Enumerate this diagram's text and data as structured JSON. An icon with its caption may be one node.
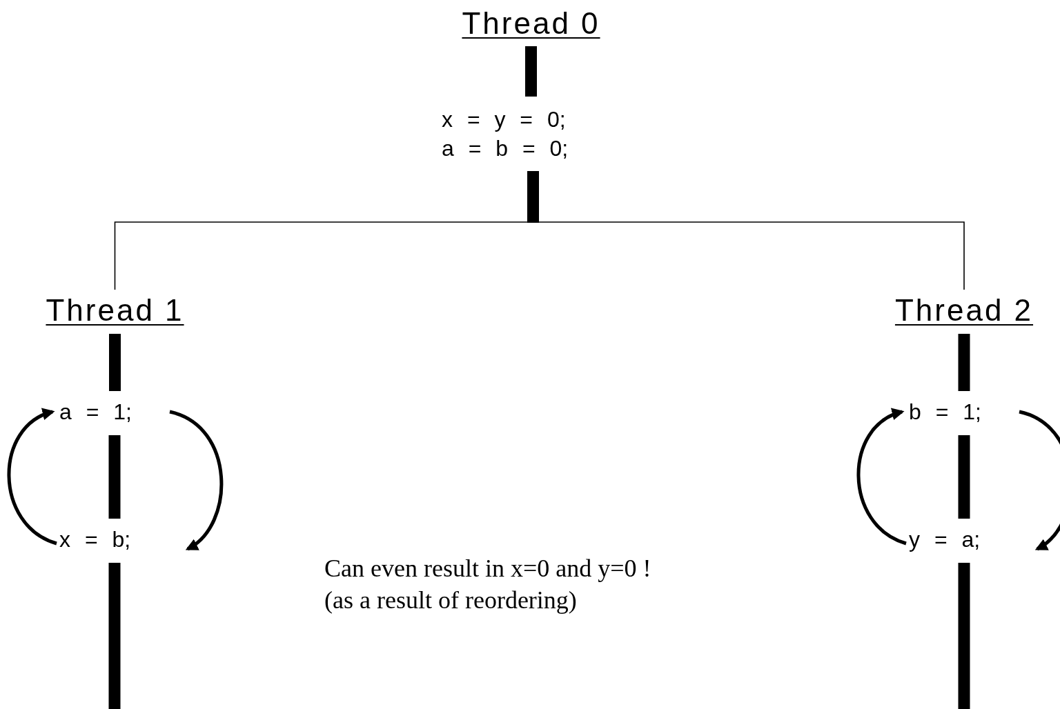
{
  "diagram": {
    "nodes": [
      {
        "text": [
          "Thread 0"
        ]
      },
      {
        "text": [
          "x = y = 0;",
          "a = b = 0;"
        ]
      },
      {
        "text": [
          "Thread 1"
        ]
      },
      {
        "text": [
          "a = 1;"
        ]
      },
      {
        "text": [
          "x = b;"
        ]
      },
      {
        "text": [
          "Thread 2"
        ]
      },
      {
        "text": [
          "b = 1;"
        ]
      },
      {
        "text": [
          "y = a;"
        ]
      }
    ],
    "edges": [
      {
        "from": 0,
        "to": 1,
        "arrow": "none"
      },
      {
        "from": 1,
        "to": 2,
        "arrow": "none"
      },
      {
        "from": 1,
        "to": 5,
        "arrow": "none"
      },
      {
        "from": 2,
        "to": 3,
        "arrow": "none"
      },
      {
        "from": 3,
        "to": 4,
        "arrow": "none"
      },
      {
        "from": 4,
        "to": null,
        "arrow": "none"
      },
      {
        "from": 4,
        "to": 3,
        "arrow": "to"
      },
      {
        "from": 3,
        "to": 4,
        "arrow": "to"
      },
      {
        "from": 5,
        "to": 6,
        "arrow": "none"
      },
      {
        "from": 6,
        "to": 7,
        "arrow": "none"
      },
      {
        "from": 7,
        "to": null,
        "arrow": "none"
      },
      {
        "from": 7,
        "to": 6,
        "arrow": "to"
      },
      {
        "from": 6,
        "to": 7,
        "arrow": "to"
      }
    ],
    "labels": [
      "Can even result in x=0 and y=0 !",
      "(as a result of reordering)"
    ]
  }
}
